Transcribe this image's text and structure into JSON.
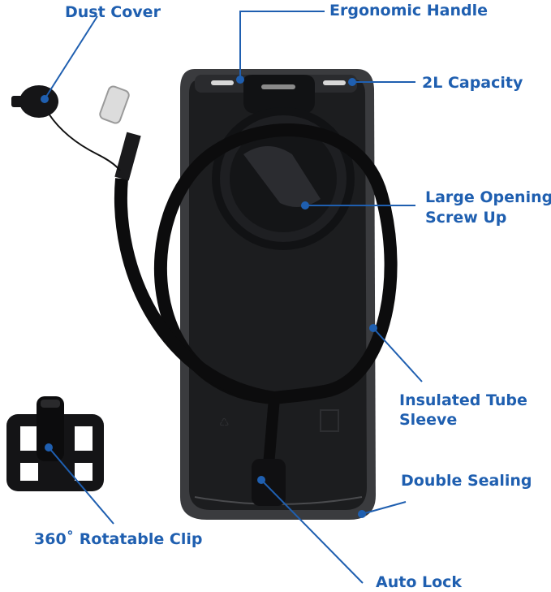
{
  "labels": {
    "dust_cover": "Dust Cover",
    "ergonomic_handle": "Ergonomic Handle",
    "capacity": "2L Capacity",
    "large_opening_line1": "Large Opening",
    "large_opening_line2": "Screw Up",
    "insulated_line1": "Insulated Tube",
    "insulated_line2": "Sleeve",
    "double_sealing": "Double Sealing",
    "rotatable_clip": "360˚ Rotatable Clip",
    "auto_lock": "Auto Lock"
  },
  "colors": {
    "label_text": "#1f5fb0",
    "callout_line": "#1f5fb0",
    "bladder": "#1c1d1f",
    "bladder_rim": "#3a3b3e"
  }
}
